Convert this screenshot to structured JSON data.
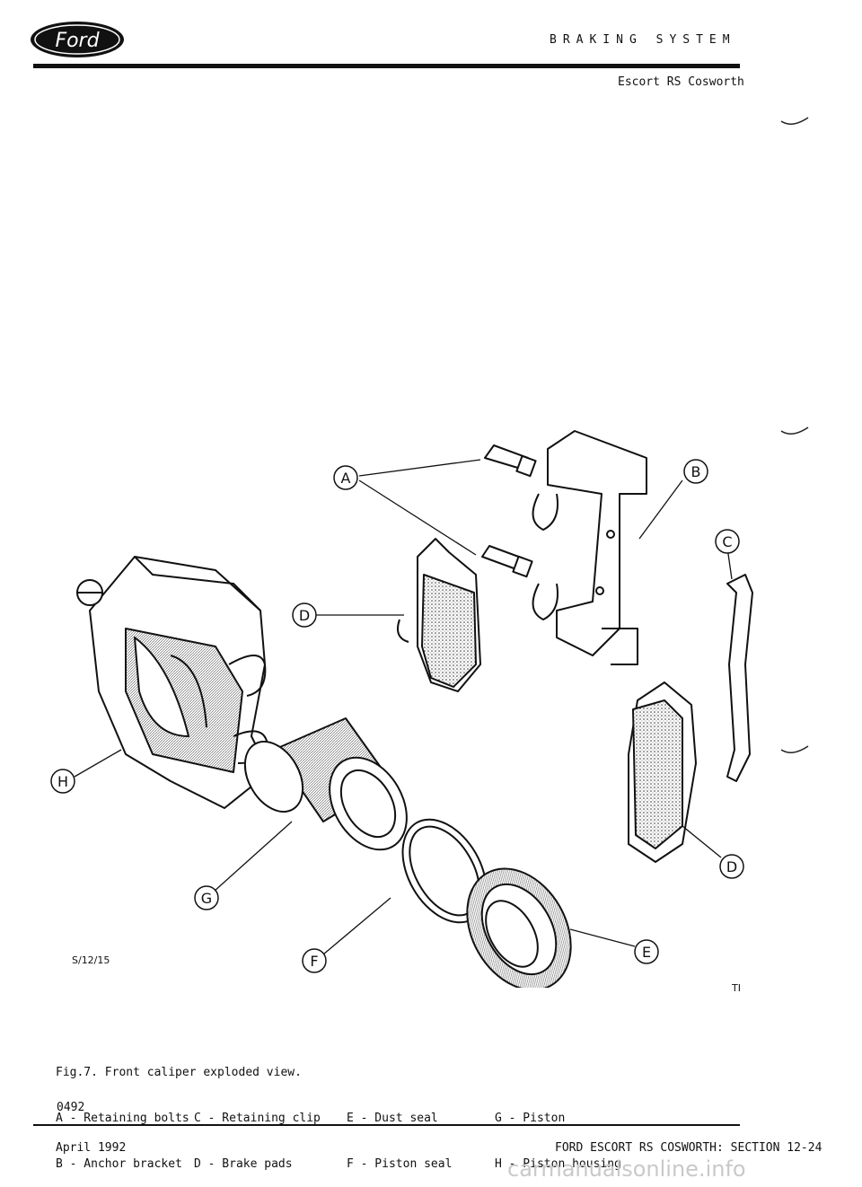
{
  "header": {
    "logo_text": "Ford",
    "section_title": "BRAKING SYSTEM",
    "model": "Escort RS Cosworth"
  },
  "figure": {
    "code": "S/12/15",
    "corner_mark": "TI",
    "callouts": [
      "A",
      "B",
      "C",
      "D",
      "D",
      "E",
      "F",
      "G",
      "H"
    ]
  },
  "caption": {
    "title": "Fig.7. Front caliper exploded view.",
    "legend": [
      [
        "A - Retaining bolts",
        "C - Retaining clip",
        "E - Dust seal",
        "G - Piston"
      ],
      [
        "B - Anchor bracket",
        "D - Brake pads",
        "F - Piston seal",
        "H - Piston housing"
      ]
    ]
  },
  "doc_code": "0492",
  "footer": {
    "date": "April 1992",
    "reference": "FORD ESCORT RS COSWORTH: SECTION 12-24"
  },
  "watermark": "carmanualsonline.info",
  "colors": {
    "ink": "#111111",
    "watermark": "#c9c9c9",
    "logo_fill": "#111111"
  }
}
